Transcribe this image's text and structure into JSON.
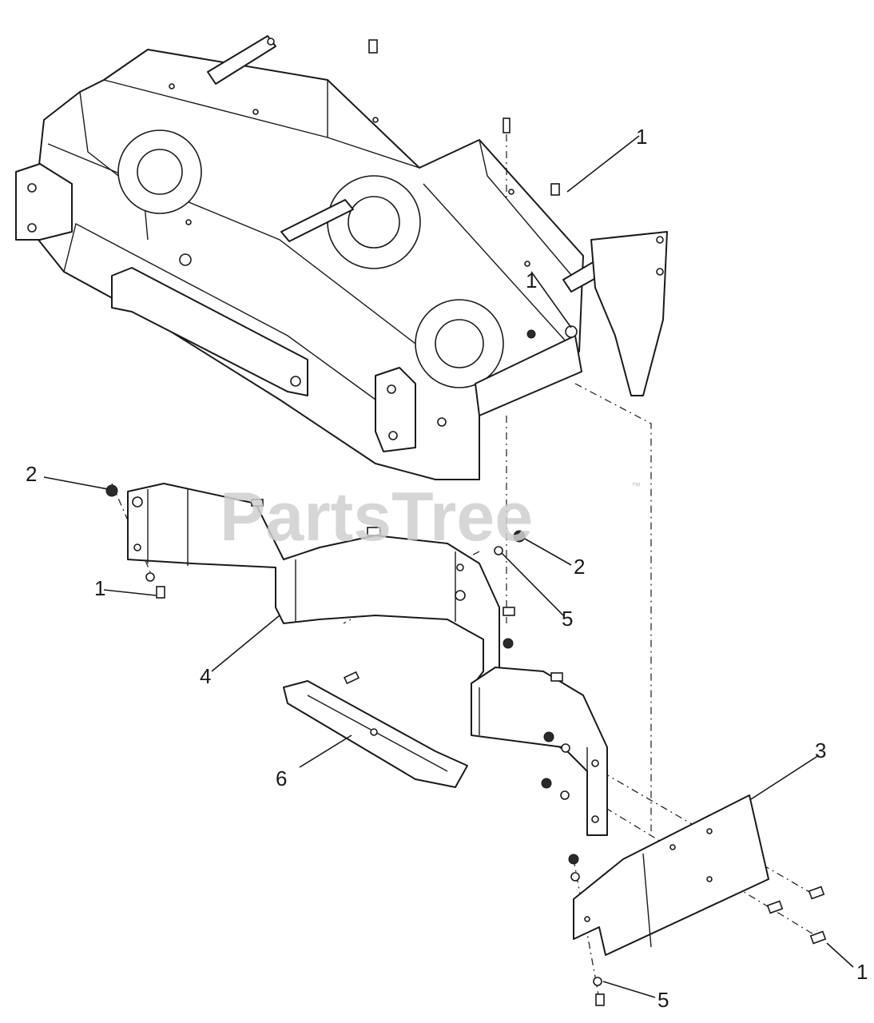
{
  "watermark": {
    "text": "PartsTree",
    "trademark": "™"
  },
  "callouts": {
    "c1a": "1",
    "c1b": "1",
    "c1c": "1",
    "c1d": "1",
    "c2a": "2",
    "c2b": "2",
    "c3": "3",
    "c4": "4",
    "c5a": "5",
    "c5b": "5",
    "c6": "6"
  },
  "colors": {
    "line": "#1a1a1a",
    "watermark": "#cfcfcf"
  }
}
